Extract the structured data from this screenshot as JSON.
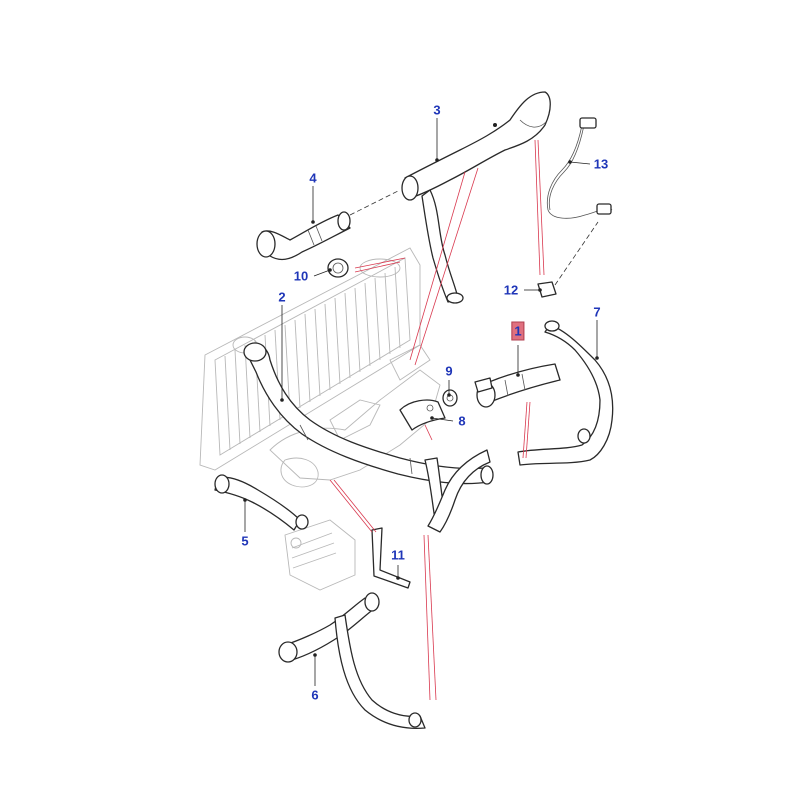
{
  "callouts": [
    {
      "id": "1",
      "label": "1",
      "highlight": true
    },
    {
      "id": "2",
      "label": "2"
    },
    {
      "id": "3",
      "label": "3"
    },
    {
      "id": "4",
      "label": "4"
    },
    {
      "id": "5",
      "label": "5"
    },
    {
      "id": "6",
      "label": "6"
    },
    {
      "id": "7",
      "label": "7"
    },
    {
      "id": "8",
      "label": "8"
    },
    {
      "id": "9",
      "label": "9"
    },
    {
      "id": "10",
      "label": "10"
    },
    {
      "id": "11",
      "label": "11"
    },
    {
      "id": "12",
      "label": "12"
    },
    {
      "id": "13",
      "label": "13"
    }
  ],
  "colors": {
    "callout_text": "#1f36b8",
    "highlight_fill": "#e0707f",
    "reference_lines": "#d9394f",
    "line_art": "#2a2a2a"
  }
}
